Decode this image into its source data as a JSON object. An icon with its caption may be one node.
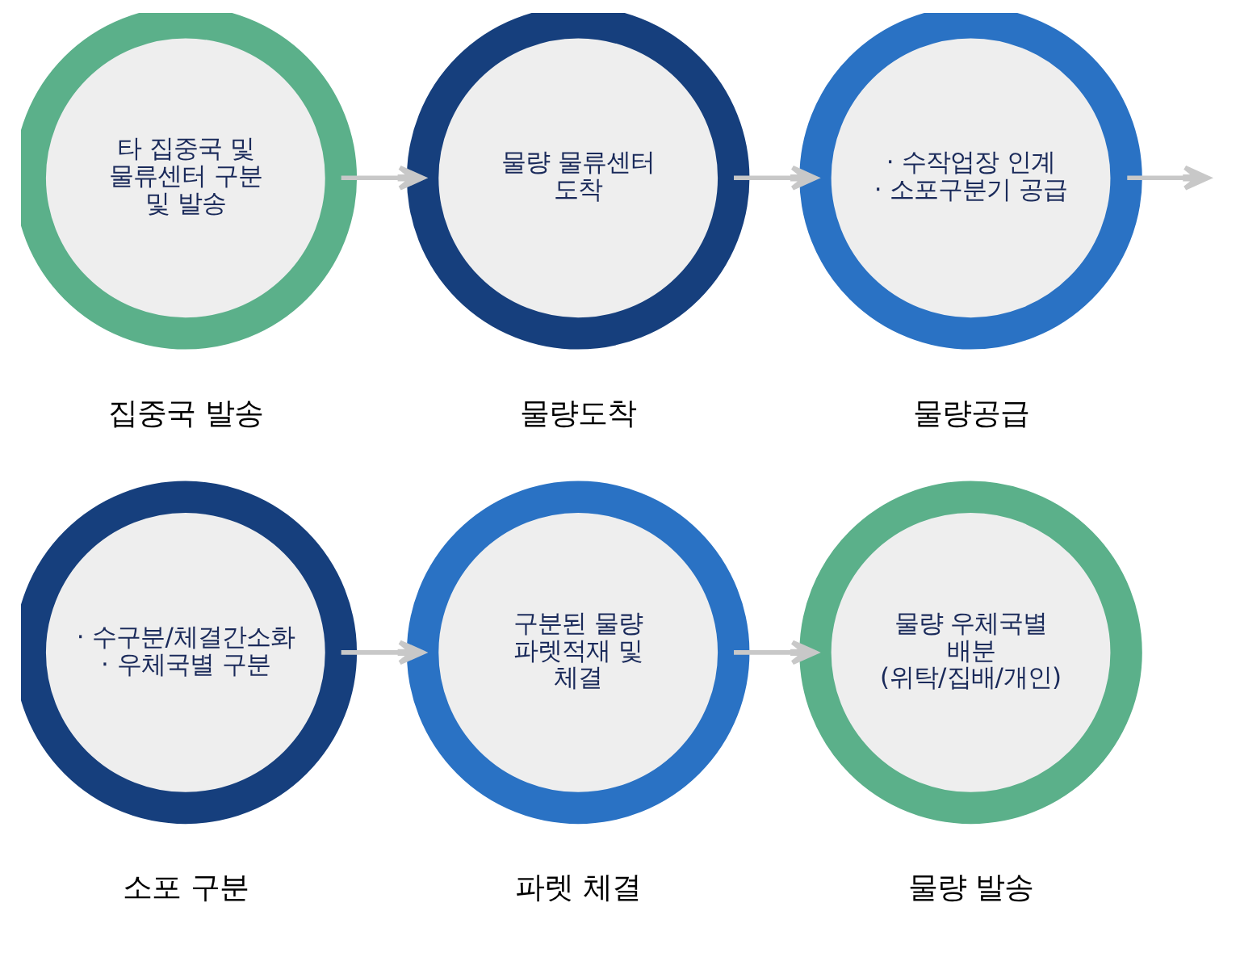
{
  "diagram": {
    "nodes": [
      {
        "text": [
          "타 집중국 및 물류센터 구분 및 발송"
        ],
        "beside": [
          "집중국 발송"
        ]
      },
      {
        "text": [
          "물량 물류센터 도착"
        ],
        "beside": [
          "물량도착"
        ]
      },
      {
        "text": [
          "· 수작업장 인계",
          "· 소포구분기 공급"
        ],
        "beside": [
          "물량공급"
        ]
      },
      {
        "text": [
          "· 수구분/체결간소화",
          "· 우체국별 구분"
        ],
        "beside": [
          "소포 구분"
        ]
      },
      {
        "text": [
          "구분된 물량 파렛적재 및 체결"
        ],
        "beside": [
          "파렛 체결"
        ]
      },
      {
        "text": [
          "물량 우체국별 배분 (위탁/집배/개인)"
        ],
        "beside": [
          "물량 발송"
        ]
      }
    ],
    "edges": [
      {
        "from": 0,
        "to": 1,
        "arrow": "to"
      },
      {
        "from": 1,
        "to": 2,
        "arrow": "to"
      },
      {
        "from": 2,
        "to": null,
        "arrow": "to"
      },
      {
        "from": 3,
        "to": 4,
        "arrow": "to"
      },
      {
        "from": 4,
        "to": 5,
        "arrow": "to"
      }
    ]
  }
}
